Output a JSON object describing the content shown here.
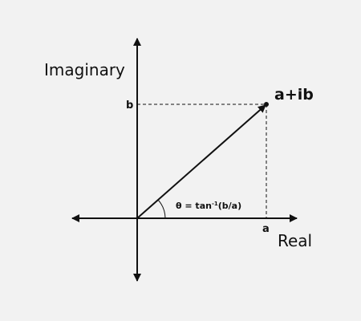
{
  "diagram": {
    "axis_labels": {
      "imaginary": "Imaginary",
      "real": "Real"
    },
    "point_label": "a+ib",
    "tick_labels": {
      "a": "a",
      "b": "b"
    },
    "angle_label": {
      "prefix": "θ = tan",
      "superscript": "-1",
      "suffix": "(b/a)"
    },
    "colors": {
      "background": "#f2f2f2",
      "ink": "#111111"
    }
  }
}
